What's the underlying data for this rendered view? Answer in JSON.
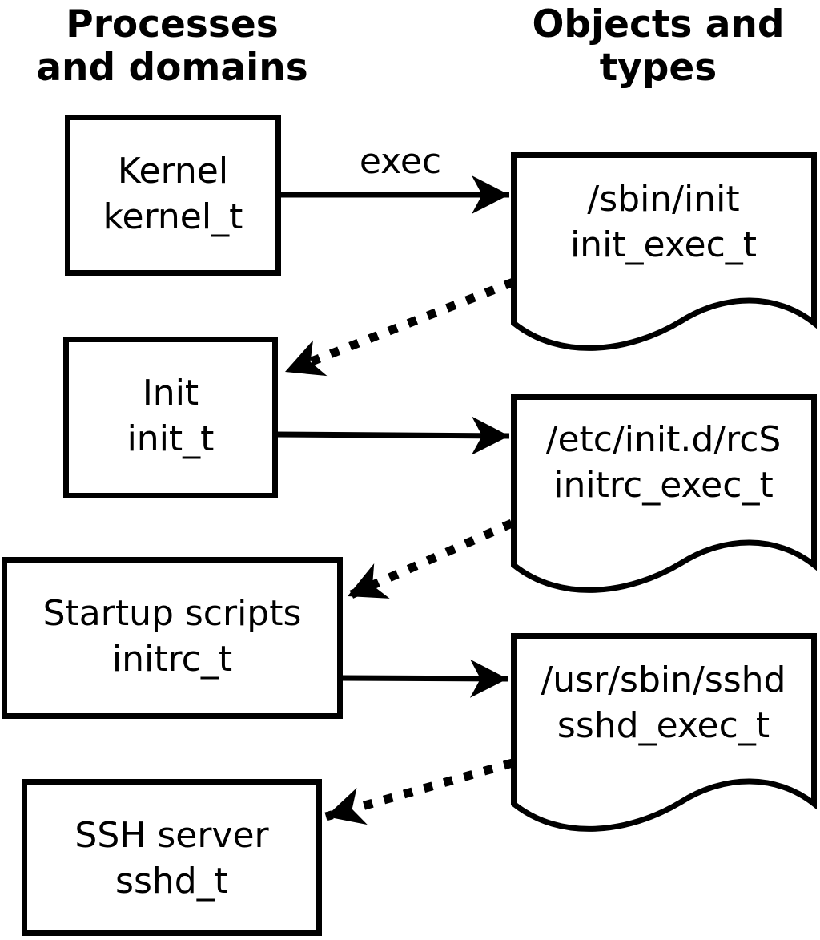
{
  "diagram": {
    "title_left": {
      "line1": "Processes",
      "line2": "and domains"
    },
    "title_right": {
      "line1": "Objects and",
      "line2": "types"
    },
    "processes": [
      {
        "name": "Kernel",
        "domain": "kernel_t"
      },
      {
        "name": "Init",
        "domain": "init_t"
      },
      {
        "name": "Startup scripts",
        "domain": "initrc_t"
      },
      {
        "name": "SSH server",
        "domain": "sshd_t"
      }
    ],
    "objects": [
      {
        "path": "/sbin/init",
        "type": "init_exec_t"
      },
      {
        "path": "/etc/init.d/rcS",
        "type": "initrc_exec_t"
      },
      {
        "path": "/usr/sbin/sshd",
        "type": "sshd_exec_t"
      }
    ],
    "exec_arrow_label": "exec",
    "colors": {
      "foreground": "#000000",
      "background": "#ffffff"
    }
  }
}
